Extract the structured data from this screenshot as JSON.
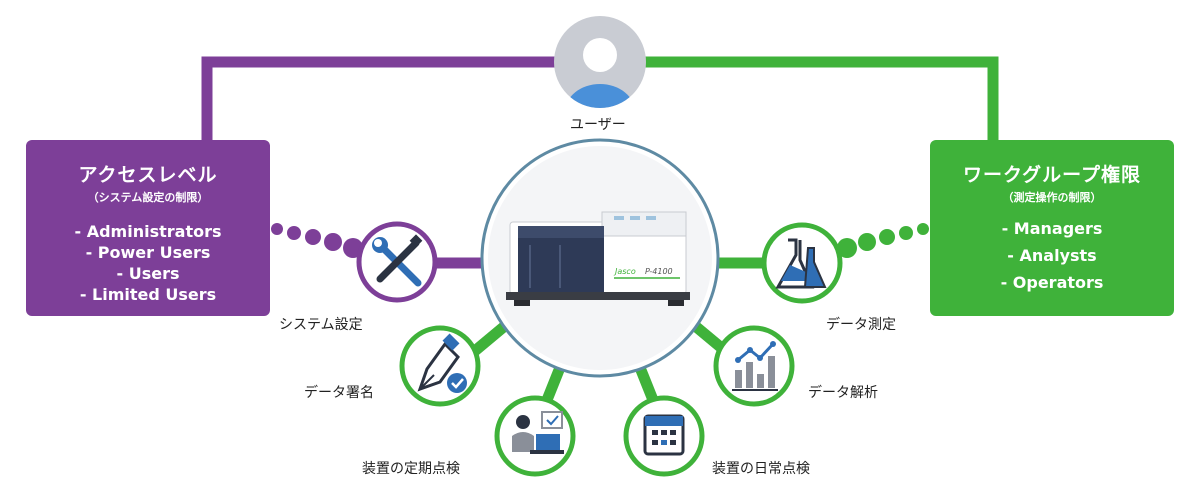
{
  "user": {
    "label": "ユーザー"
  },
  "access": {
    "title": "アクセスレベル",
    "subtitle": "（システム設定の制限）",
    "items": [
      "- Administrators",
      "- Power Users",
      "- Users",
      "- Limited Users"
    ]
  },
  "workgroup": {
    "title": "ワークグループ権限",
    "subtitle": "（測定操作の制限）",
    "items": [
      "- Managers",
      "- Analysts",
      "- Operators"
    ]
  },
  "instrument": {
    "model": "P-4100",
    "brand": "Jasco"
  },
  "functions": {
    "system_settings": "システム設定",
    "data_signature": "データ署名",
    "periodic_check": "装置の定期点検",
    "daily_check": "装置の日常点検",
    "data_analysis": "データ解析",
    "data_measurement": "データ測定"
  },
  "colors": {
    "purple": "#7d3f98",
    "green": "#3fb23a",
    "blue": "#2f6eb5",
    "ring": "#5e8aa3"
  }
}
